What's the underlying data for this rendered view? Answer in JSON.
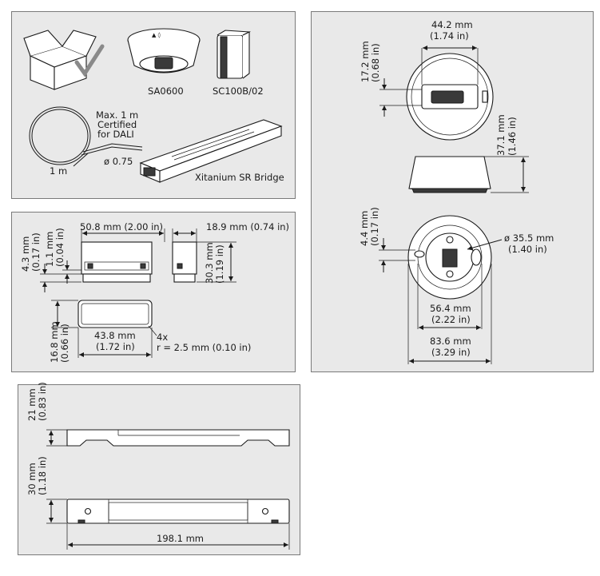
{
  "contents_panel": {
    "sa_label": "SA0600",
    "sc_label": "SC100B/02",
    "cable_note_1": "Max. 1 m",
    "cable_note_2": "Certified",
    "cable_note_3": "for DALI",
    "cable_diameter": "ø 0.75",
    "cable_length": "1 m",
    "bridge_label": "Xitanium SR Bridge"
  },
  "sensor_panel": {
    "top_width_mm": "44.2 mm",
    "top_width_in": "(1.74 in)",
    "top_slot_mm": "17.2 mm",
    "top_slot_in": "(0.68 in)",
    "height_mm": "37.1 mm",
    "height_in": "(1.46 in)",
    "base_offset_mm": "4.4 mm",
    "base_offset_in": "(0.17 in)",
    "hole_dia_mm": "ø 35.5 mm",
    "hole_dia_in": "(1.40 in)",
    "inner_dia_mm": "56.4 mm",
    "inner_dia_in": "(2.22 in)",
    "outer_dia_mm": "83.6 mm",
    "outer_dia_in": "(3.29 in)"
  },
  "sc_panel": {
    "width_mm_in": "50.8 mm (2.00 in)",
    "depth_mm_in": "18.9 mm (0.74 in)",
    "a_mm": "4.3 mm",
    "a_in": "(0.17 in)",
    "b_mm": "1.1 mm",
    "b_in": "(0.04 in)",
    "height_mm": "30.3 mm",
    "height_in": "(1.19 in)",
    "cut_h_mm": "16.8 mm",
    "cut_h_in": "(0.66 in)",
    "cut_w_mm": "43.8 mm",
    "cut_w_in": "(1.72 in)",
    "corner_count": "4x",
    "corner_radius": "r = 2.5 mm (0.10 in)"
  },
  "bridge_panel": {
    "height_mm": "21 mm",
    "height_in": "(0.83 in)",
    "depth_mm": "30 mm",
    "depth_in": "(1.18 in)",
    "length": "198.1 mm"
  }
}
